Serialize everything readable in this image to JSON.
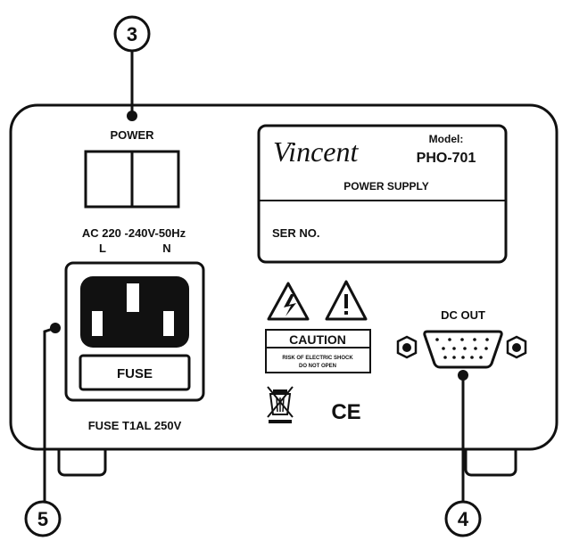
{
  "callouts": {
    "c3": "3",
    "c4": "4",
    "c5": "5"
  },
  "labels": {
    "power": "POWER",
    "ac_rating": "AC 220 -240V-50Hz",
    "l": "L",
    "n": "N",
    "fuse": "FUSE",
    "fuse_rating": "FUSE T1AL 250V",
    "dc_out": "DC OUT"
  },
  "nameplate": {
    "brand": "Vincent",
    "model_label": "Model:",
    "model": "PHO-701",
    "type": "POWER SUPPLY",
    "serial_label": "SER NO."
  },
  "warning": {
    "caution": "CAUTION",
    "line1": "RISK OF ELECTRIC SHOCK",
    "line2": "DO NOT OPEN"
  },
  "marks": {
    "ce": "CE"
  }
}
